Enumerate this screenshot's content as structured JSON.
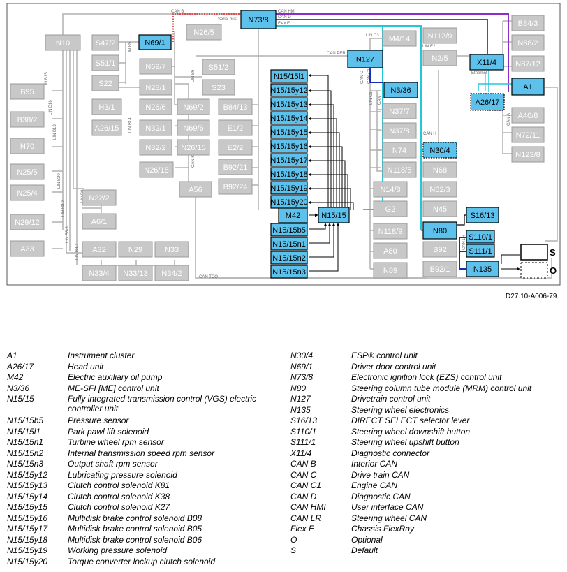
{
  "figure_id": "D27.10-A006-79",
  "switch_labels": {
    "s": "S",
    "o": "O"
  },
  "colors": {
    "can_b": "#e02020",
    "can_hmi": "#8e2cc8",
    "can_d": "#e02020",
    "flex_e": "#22c8d8",
    "can_c": "#1a2ab8",
    "can_lr": "#1a2ab8",
    "module_active": "#5ec1ec",
    "module_inactive": "#c8c8c8",
    "wire_gray": "#b0b0b0"
  },
  "bus_labels": {
    "can_b": "CAN B",
    "serial_bus": "Serial bus",
    "can_hmi": "CAN HMI",
    "can_d": "CAN D",
    "flex_e": "Flex E",
    "can_per": "CAN PER",
    "can_c3": "LIN C3",
    "lin_e2": "LIN E2",
    "ethernet": "Ethernet",
    "can_c": "CAN C",
    "can_c1": "CAN C1",
    "lin_c1": "LIN C1",
    "can_i": "CAN I",
    "can_h": "CAN H",
    "can_a": "CAN A",
    "can_lr": "CAN LR",
    "can_k": "CAN K",
    "can_tco": "CAN TCO",
    "lin_b5": "LIN B5",
    "lin_b6": "LIN B6",
    "lin_b15": "LIN B15",
    "lin_b16": "LIN B16",
    "lin_b13": "LIN B13",
    "lin_b20": "LIN B20",
    "lin_b2": "LIN B8-2",
    "lin_b3": "LIN B8-3",
    "lin_b1": "LIN B8-1",
    "lin_b14": "LIN B14",
    "lin_b8": "LIN B8"
  },
  "modules": {
    "N73_8": "N73/8",
    "N69_1": "N69/1",
    "N127": "N127",
    "X11_4": "X11/4",
    "A1": "A1",
    "A26_17": "A26/17",
    "N3_36": "N3/36",
    "N30_4": "N30/4",
    "N15_15": "N15/15",
    "M42": "M42",
    "S16_13": "S16/13",
    "N80": "N80",
    "S110_1": "S110/1",
    "S111_1": "S111/1",
    "N135": "N135",
    "N15_15l1": "N15/15l1",
    "N15_15y12": "N15/15y12",
    "N15_15y13": "N15/15y13",
    "N15_15y14": "N15/15y14",
    "N15_15y15": "N15/15y15",
    "N15_15y16": "N15/15y16",
    "N15_15y17": "N15/15y17",
    "N15_15y18": "N15/15y18",
    "N15_15y19": "N15/15y19",
    "N15_15y20": "N15/15y20",
    "N15_15b5": "N15/15b5",
    "N15_15n1": "N15/15n1",
    "N15_15n2": "N15/15n2",
    "N15_15n3": "N15/15n3",
    "N10": "N10",
    "S47_2": "S47/2",
    "S51_1": "S51/1",
    "S22": "S22",
    "N69_7": "N69/7",
    "N28_1": "N28/1",
    "N26_5": "N26/5",
    "S51_2": "S51/2",
    "S23": "S23",
    "H3_1": "H3/1",
    "N26_6": "N26/6",
    "N69_2": "N69/2",
    "B84_13": "B84/13",
    "A26_15": "A26/15",
    "N32_1": "N32/1",
    "N69_6": "N69/6",
    "E1_2": "E1/2",
    "N32_2": "N32/2",
    "N26_15": "N26/15",
    "E2_2": "E2/2",
    "N26_18": "N26/18",
    "B92_21": "B92/21",
    "A56": "A56",
    "B92_24": "B92/24",
    "B95": "B95",
    "B38_2": "B38/2",
    "N70": "N70",
    "N25_5": "N25/5",
    "N25_4": "N25/4",
    "N22_2": "N22/2",
    "A6_1": "A6/1",
    "N29_12": "N29/12",
    "A33": "A33",
    "A32": "A32",
    "N29": "N29",
    "N33": "N33",
    "N33_4": "N33/4",
    "N33_13": "N33/13",
    "N34_2": "N34/2",
    "M4_14": "M4/14",
    "N112_9": "N112/9",
    "N2_5": "N2/5",
    "B84_3": "B84/3",
    "N88_2": "N88/2",
    "N87_12": "N87/12",
    "N37_7": "N37/7",
    "N37_8": "N37/8",
    "N74": "N74",
    "N118_5": "N118/5",
    "N68": "N68",
    "A40_8": "A40/8",
    "N72_11": "N72/11",
    "N123_8": "N123/8",
    "N14_8": "N14/8",
    "G2": "G2",
    "N62_3": "N62/3",
    "N45": "N45",
    "N118_9": "N118/9",
    "A80": "A80",
    "B92": "B92",
    "N89": "N89",
    "B92_1": "B92/1"
  },
  "legend": {
    "left": [
      {
        "code": "A1",
        "desc": "Instrument cluster"
      },
      {
        "code": "A26/17",
        "desc": "Head unit"
      },
      {
        "code": "M42",
        "desc": "Electric auxiliary oil pump"
      },
      {
        "code": "N3/36",
        "desc": "ME-SFI [ME] control unit"
      },
      {
        "code": "N15/15",
        "desc": "Fully integrated transmission control (VGS) electric controller unit"
      },
      {
        "code": "N15/15b5",
        "desc": "Pressure sensor"
      },
      {
        "code": "N15/15l1",
        "desc": "Park pawl lift solenoid"
      },
      {
        "code": "N15/15n1",
        "desc": "Turbine wheel rpm sensor"
      },
      {
        "code": "N15/15n2",
        "desc": "Internal transmission speed rpm sensor"
      },
      {
        "code": "N15/15n3",
        "desc": "Output shaft rpm sensor"
      },
      {
        "code": "N15/15y12",
        "desc": "Lubricating pressure solenoid"
      },
      {
        "code": "N15/15y13",
        "desc": "Clutch control solenoid K81"
      },
      {
        "code": "N15/15y14",
        "desc": "Clutch control solenoid K38"
      },
      {
        "code": "N15/15y15",
        "desc": "Clutch control solenoid K27"
      },
      {
        "code": "N15/15y16",
        "desc": "Multidisk brake control solenoid B08"
      },
      {
        "code": "N15/15y17",
        "desc": "Multidisk brake control solenoid B05"
      },
      {
        "code": "N15/15y18",
        "desc": "Multidisk brake control solenoid B06"
      },
      {
        "code": "N15/15y19",
        "desc": "Working pressure solenoid"
      },
      {
        "code": "N15/15y20",
        "desc": "Torque converter lockup clutch solenoid"
      }
    ],
    "right": [
      {
        "code": "N30/4",
        "desc": "ESP® control unit"
      },
      {
        "code": "N69/1",
        "desc": "Driver door control unit"
      },
      {
        "code": "N73/8",
        "desc": "Electronic ignition lock (EZS) control unit"
      },
      {
        "code": "N80",
        "desc": "Steering column tube module (MRM) control unit"
      },
      {
        "code": "N127",
        "desc": "Drivetrain control unit"
      },
      {
        "code": "N135",
        "desc": "Steering wheel electronics"
      },
      {
        "code": "S16/13",
        "desc": "DIRECT SELECT selector lever"
      },
      {
        "code": "S110/1",
        "desc": "Steering wheel downshift button"
      },
      {
        "code": "S111/1",
        "desc": "Steering wheel upshift button"
      },
      {
        "code": "X11/4",
        "desc": "Diagnostic connector"
      },
      {
        "code": "CAN B",
        "desc": "Interior CAN"
      },
      {
        "code": "CAN C",
        "desc": "Drive train CAN"
      },
      {
        "code": "CAN C1",
        "desc": "Engine CAN"
      },
      {
        "code": "CAN D",
        "desc": "Diagnostic CAN"
      },
      {
        "code": "CAN HMI",
        "desc": "User interface CAN"
      },
      {
        "code": "CAN LR",
        "desc": "Steering wheel CAN"
      },
      {
        "code": "Flex E",
        "desc": "Chassis FlexRay"
      },
      {
        "code": "O",
        "desc": "Optional"
      },
      {
        "code": "S",
        "desc": "Default"
      }
    ]
  }
}
